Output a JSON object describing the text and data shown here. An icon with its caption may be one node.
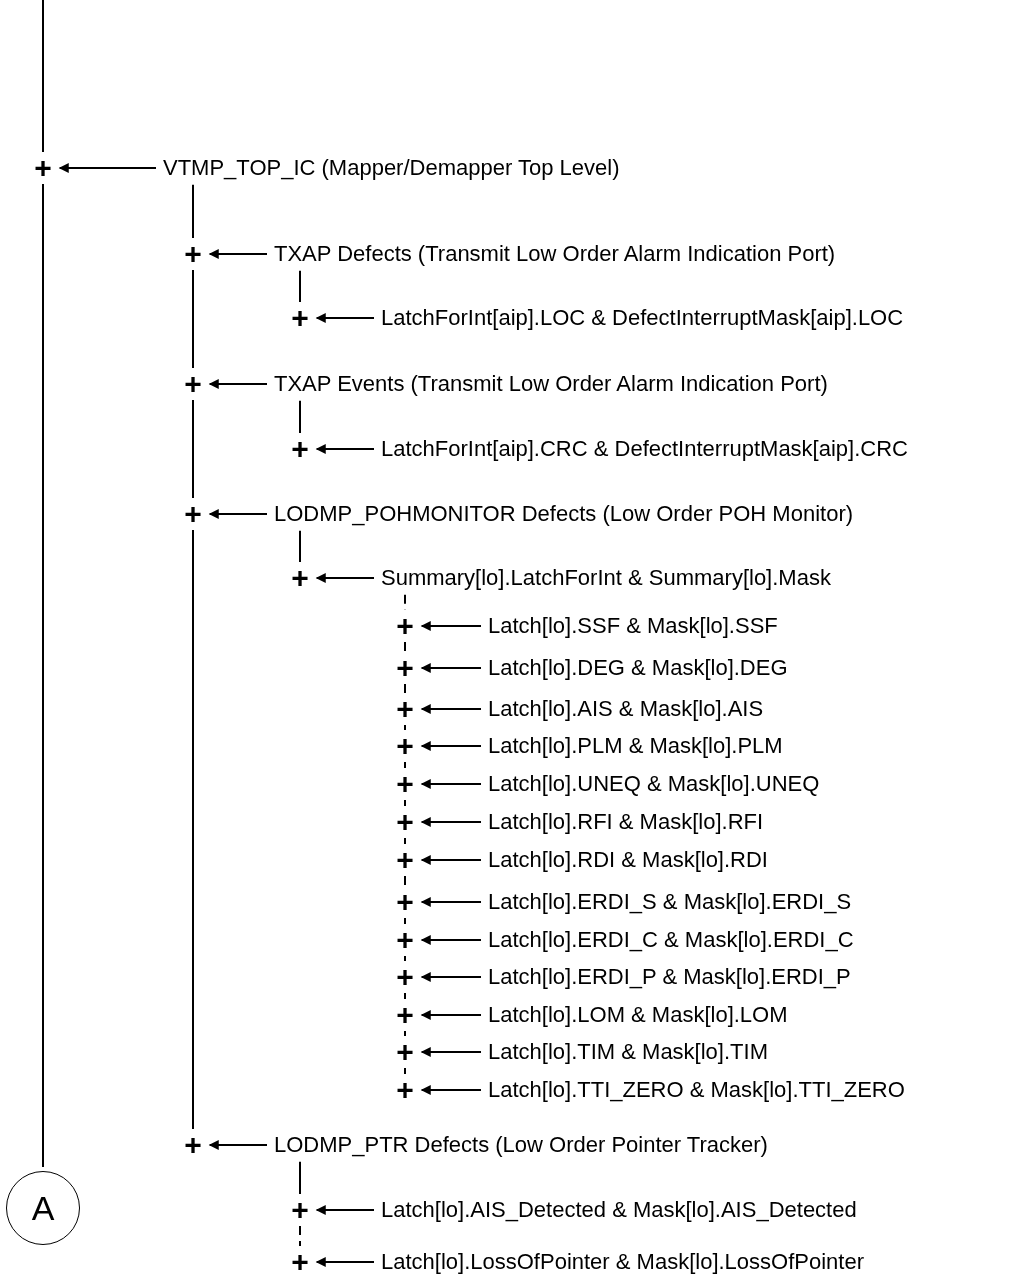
{
  "diagram": {
    "nodes": [
      {
        "text": [
          "+"
        ]
      },
      {
        "text": [
          "VTMP_TOP_IC (Mapper/Demapper Top Level)"
        ]
      },
      {
        "text": [
          "+"
        ]
      },
      {
        "text": [
          "TXAP Defects (Transmit Low Order Alarm Indication Port)"
        ]
      },
      {
        "text": [
          "+"
        ]
      },
      {
        "text": [
          "LatchForInt[aip].LOC & DefectInterruptMask[aip].LOC"
        ]
      },
      {
        "text": [
          "+"
        ]
      },
      {
        "text": [
          "TXAP Events (Transmit Low Order Alarm Indication Port)"
        ]
      },
      {
        "text": [
          "+"
        ]
      },
      {
        "text": [
          "LatchForInt[aip].CRC & DefectInterruptMask[aip].CRC"
        ]
      },
      {
        "text": [
          "+"
        ]
      },
      {
        "text": [
          "LODMP_POHMONITOR Defects (Low Order POH Monitor)"
        ]
      },
      {
        "text": [
          "+"
        ]
      },
      {
        "text": [
          "Summary[lo].LatchForInt & Summary[lo].Mask"
        ]
      },
      {
        "text": [
          "+"
        ]
      },
      {
        "text": [
          "Latch[lo].SSF & Mask[lo].SSF"
        ]
      },
      {
        "text": [
          "+"
        ]
      },
      {
        "text": [
          "Latch[lo].DEG & Mask[lo].DEG"
        ]
      },
      {
        "text": [
          "+"
        ]
      },
      {
        "text": [
          "Latch[lo].AIS & Mask[lo].AIS"
        ]
      },
      {
        "text": [
          "+"
        ]
      },
      {
        "text": [
          "Latch[lo].PLM & Mask[lo].PLM"
        ]
      },
      {
        "text": [
          "+"
        ]
      },
      {
        "text": [
          "Latch[lo].UNEQ & Mask[lo].UNEQ"
        ]
      },
      {
        "text": [
          "+"
        ]
      },
      {
        "text": [
          "Latch[lo].RFI & Mask[lo].RFI"
        ]
      },
      {
        "text": [
          "+"
        ]
      },
      {
        "text": [
          "Latch[lo].RDI & Mask[lo].RDI"
        ]
      },
      {
        "text": [
          "+"
        ]
      },
      {
        "text": [
          "Latch[lo].ERDI_S & Mask[lo].ERDI_S"
        ]
      },
      {
        "text": [
          "+"
        ]
      },
      {
        "text": [
          "Latch[lo].ERDI_C & Mask[lo].ERDI_C"
        ]
      },
      {
        "text": [
          "+"
        ]
      },
      {
        "text": [
          "Latch[lo].ERDI_P & Mask[lo].ERDI_P"
        ]
      },
      {
        "text": [
          "+"
        ]
      },
      {
        "text": [
          "Latch[lo].LOM & Mask[lo].LOM"
        ]
      },
      {
        "text": [
          "+"
        ]
      },
      {
        "text": [
          "Latch[lo].TIM & Mask[lo].TIM"
        ]
      },
      {
        "text": [
          "+"
        ]
      },
      {
        "text": [
          "Latch[lo].TTI_ZERO & Mask[lo].TTI_ZERO"
        ]
      },
      {
        "text": [
          "+"
        ]
      },
      {
        "text": [
          "LODMP_PTR Defects (Low Order Pointer Tracker)"
        ]
      },
      {
        "text": [
          "+"
        ]
      },
      {
        "text": [
          "Latch[lo].AIS_Detected & Mask[lo].AIS_Detected"
        ]
      },
      {
        "text": [
          "+"
        ]
      },
      {
        "text": [
          "Latch[lo].LossOfPointer & Mask[lo].LossOfPointer"
        ]
      },
      {
        "text": [
          "A"
        ]
      }
    ],
    "edges": [
      {
        "from": 1,
        "to": 0,
        "arrow": "to"
      },
      {
        "from": 3,
        "to": 2,
        "arrow": "to"
      },
      {
        "from": 5,
        "to": 4,
        "arrow": "to"
      },
      {
        "from": 7,
        "to": 6,
        "arrow": "to"
      },
      {
        "from": 9,
        "to": 8,
        "arrow": "to"
      },
      {
        "from": 11,
        "to": 10,
        "arrow": "to"
      },
      {
        "from": 13,
        "to": 12,
        "arrow": "to"
      },
      {
        "from": 15,
        "to": 14,
        "arrow": "to"
      },
      {
        "from": 17,
        "to": 16,
        "arrow": "to"
      },
      {
        "from": 19,
        "to": 18,
        "arrow": "to"
      },
      {
        "from": 21,
        "to": 20,
        "arrow": "to"
      },
      {
        "from": 23,
        "to": 22,
        "arrow": "to"
      },
      {
        "from": 25,
        "to": 24,
        "arrow": "to"
      },
      {
        "from": 27,
        "to": 26,
        "arrow": "to"
      },
      {
        "from": 29,
        "to": 28,
        "arrow": "to"
      },
      {
        "from": 31,
        "to": 30,
        "arrow": "to"
      },
      {
        "from": 33,
        "to": 32,
        "arrow": "to"
      },
      {
        "from": 35,
        "to": 34,
        "arrow": "to"
      },
      {
        "from": 37,
        "to": 36,
        "arrow": "to"
      },
      {
        "from": 39,
        "to": 38,
        "arrow": "to"
      },
      {
        "from": 41,
        "to": 40,
        "arrow": "to"
      },
      {
        "from": 43,
        "to": 42,
        "arrow": "to"
      },
      {
        "from": 45,
        "to": 44,
        "arrow": "to"
      },
      {
        "from": null,
        "to": 0,
        "arrow": "none"
      },
      {
        "from": 0,
        "to": 46,
        "arrow": "none"
      },
      {
        "from": 1,
        "to": 2,
        "arrow": "none"
      },
      {
        "from": 2,
        "to": 6,
        "arrow": "none"
      },
      {
        "from": 6,
        "to": 10,
        "arrow": "none"
      },
      {
        "from": 10,
        "to": 40,
        "arrow": "none"
      },
      {
        "from": 3,
        "to": 4,
        "arrow": "none"
      },
      {
        "from": 7,
        "to": 8,
        "arrow": "none"
      },
      {
        "from": 11,
        "to": 12,
        "arrow": "none"
      },
      {
        "from": 13,
        "to": 14,
        "arrow": "none",
        "style": "dashed"
      },
      {
        "from": 14,
        "to": 16,
        "arrow": "none",
        "style": "dashed"
      },
      {
        "from": 16,
        "to": 18,
        "arrow": "none",
        "style": "dashed"
      },
      {
        "from": 18,
        "to": 20,
        "arrow": "none",
        "style": "dashed"
      },
      {
        "from": 20,
        "to": 22,
        "arrow": "none",
        "style": "dashed"
      },
      {
        "from": 22,
        "to": 24,
        "arrow": "none",
        "style": "dashed"
      },
      {
        "from": 24,
        "to": 26,
        "arrow": "none",
        "style": "dashed"
      },
      {
        "from": 26,
        "to": 28,
        "arrow": "none",
        "style": "dashed"
      },
      {
        "from": 28,
        "to": 30,
        "arrow": "none",
        "style": "dashed"
      },
      {
        "from": 30,
        "to": 32,
        "arrow": "none",
        "style": "dashed"
      },
      {
        "from": 32,
        "to": 34,
        "arrow": "none",
        "style": "dashed"
      },
      {
        "from": 34,
        "to": 36,
        "arrow": "none",
        "style": "dashed"
      },
      {
        "from": 36,
        "to": 38,
        "arrow": "none",
        "style": "dashed"
      },
      {
        "from": 41,
        "to": 42,
        "arrow": "none"
      },
      {
        "from": 42,
        "to": 44,
        "arrow": "none",
        "style": "dashed"
      }
    ]
  }
}
